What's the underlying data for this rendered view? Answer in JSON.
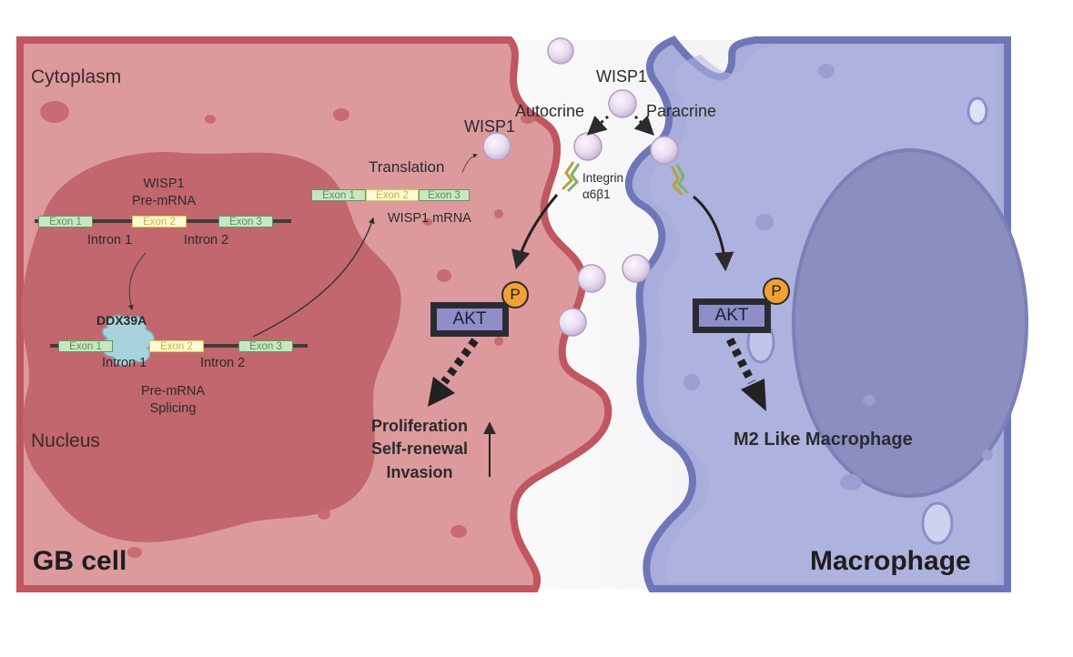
{
  "regions": {
    "cytoplasm": "Cytoplasm",
    "nucleus": "Nucleus",
    "gb_cell": "GB cell",
    "macrophage": "Macrophage"
  },
  "pre_mrna": {
    "title_line1": "WISP1",
    "title_line2": "Pre-mRNA",
    "exon1": "Exon 1",
    "exon2": "Exon 2",
    "exon3": "Exon 3",
    "intron1": "Intron 1",
    "intron2": "Intron 2"
  },
  "splicing": {
    "protein": "DDX39A",
    "exon1": "Exon 1",
    "exon2": "Exon 2",
    "exon3": "Exon 3",
    "intron1": "Intron 1",
    "intron2": "Intron 2",
    "caption_line1": "Pre-mRNA",
    "caption_line2": "Splicing"
  },
  "mrna": {
    "exon1": "Exon 1",
    "exon2": "Exon 2",
    "exon3": "Exon 3",
    "label": "WISP1 mRNA",
    "translation": "Translation"
  },
  "secretion": {
    "wisp1_left": "WISP1",
    "wisp1_top": "WISP1",
    "autocrine": "Autocrine",
    "paracrine": "Paracrine",
    "integrin_line1": "Integrin",
    "integrin_line2": "α6β1"
  },
  "gb_signaling": {
    "akt": "AKT",
    "p": "P",
    "out_line1": "Proliferation",
    "out_line2": "Self-renewal",
    "out_line3": "Invasion"
  },
  "mac_signaling": {
    "akt": "AKT",
    "p": "P",
    "outcome": "M2 Like Macrophage"
  },
  "colors": {
    "gb_cytoplasm": "#dd9a9d",
    "gb_membrane": "#c0565f",
    "nucleus": "#c2676e",
    "mac_cytoplasm": "#a9addb",
    "mac_membrane": "#6f76b8",
    "mac_nucleus": "#8b8ec1",
    "wisp_ball": "#e9dcef",
    "p_badge": "#f2a233"
  }
}
